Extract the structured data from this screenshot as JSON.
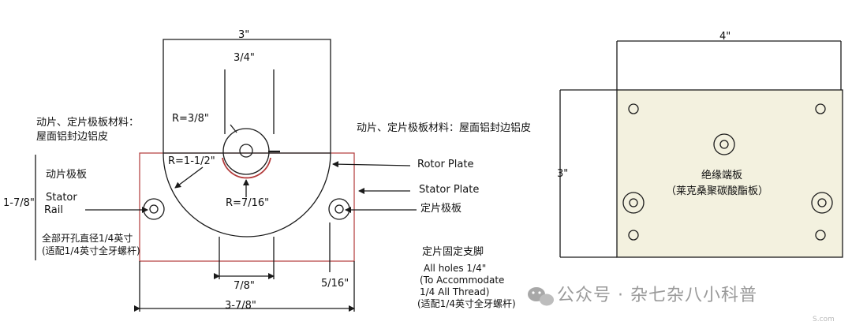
{
  "left_drawing": {
    "dim_top_width": "3\"",
    "dim_slot_width": "3/4\"",
    "dim_hub_radius": "R=3/8\"",
    "dim_plate_radius": "R=1-1/2\"",
    "dim_notch_radius": "R=7/16\"",
    "dim_height": "1-7/8\"",
    "dim_bottom_slot": "7/8\"",
    "dim_hole_offset": "5/16\"",
    "dim_bottom_width": "3-7/8\"",
    "material_note_line1": "动片、定片极板材料：",
    "material_note_line2": "屋面铝封边铝皮",
    "material_note_right": "动片、定片极板材料：屋面铝封边铝皮",
    "rotor_plate_cn": "动片极板",
    "stator_rail_line1": "Stator",
    "stator_rail_line2": "Rail",
    "rotor_plate_en": "Rotor Plate",
    "stator_plate_en": "Stator Plate",
    "stator_plate_cn": "定片极板",
    "holes_note_line1": "全部开孔直径1/4英寸",
    "holes_note_line2": "(适配1/4英寸全牙螺杆)",
    "stator_foot_cn": "定片固定支脚",
    "all_holes_line1": "All holes 1/4\"",
    "all_holes_line2": "(To Accommodate",
    "all_holes_line3": "1/4 All Thread)",
    "all_holes_line4": "(适配1/4英寸全牙螺杆)"
  },
  "right_drawing": {
    "dim_width": "4\"",
    "dim_height": "3\"",
    "label_line1": "绝缘端板",
    "label_line2": "（莱克桑聚碳酸酯板）"
  },
  "watermark": {
    "text": "公众号 · 杂七杂八小科普",
    "icon": "wechat-icon",
    "sub_text": "S.com"
  },
  "colors": {
    "line": "#1a1a1a",
    "rail_outline": "#b23a3a",
    "panel_fill": "#f3f1df",
    "watermark": "#9a9a9a"
  }
}
